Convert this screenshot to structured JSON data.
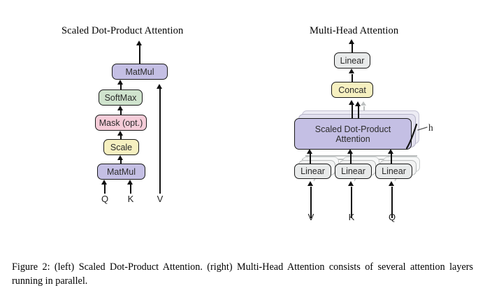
{
  "figure": {
    "caption": "Figure 2:  (left) Scaled Dot-Product Attention.  (right) Multi-Head Attention consists of several attention layers running in parallel.",
    "panels": {
      "left": {
        "title": "Scaled Dot-Product Attention",
        "nodes": [
          {
            "id": "matmul-top",
            "label": "MatMul",
            "color": "#c4bfe4"
          },
          {
            "id": "softmax",
            "label": "SoftMax",
            "color": "#cfe3cd"
          },
          {
            "id": "mask",
            "label": "Mask (opt.)",
            "color": "#f5ccd8"
          },
          {
            "id": "scale",
            "label": "Scale",
            "color": "#f6f0c0"
          },
          {
            "id": "matmul-bot",
            "label": "MatMul",
            "color": "#c4bfe4"
          }
        ],
        "inputs": [
          {
            "id": "q",
            "label": "Q"
          },
          {
            "id": "k",
            "label": "K"
          },
          {
            "id": "v",
            "label": "V"
          }
        ]
      },
      "right": {
        "title": "Multi-Head Attention",
        "nodes": [
          {
            "id": "linear-out",
            "label": "Linear",
            "color": "#e8eaea"
          },
          {
            "id": "concat",
            "label": "Concat",
            "color": "#f6f0c0"
          },
          {
            "id": "sdpa",
            "label_line1": "Scaled Dot-Product",
            "label_line2": "Attention",
            "color": "#c4bfe4"
          },
          {
            "id": "linear-v",
            "label": "Linear",
            "color": "#e8eaea"
          },
          {
            "id": "linear-k",
            "label": "Linear",
            "color": "#e8eaea"
          },
          {
            "id": "linear-q",
            "label": "Linear",
            "color": "#e8eaea"
          }
        ],
        "heads_annotation": "h",
        "inputs": [
          {
            "id": "v",
            "label": "V"
          },
          {
            "id": "k",
            "label": "K"
          },
          {
            "id": "q",
            "label": "Q"
          }
        ]
      }
    }
  }
}
